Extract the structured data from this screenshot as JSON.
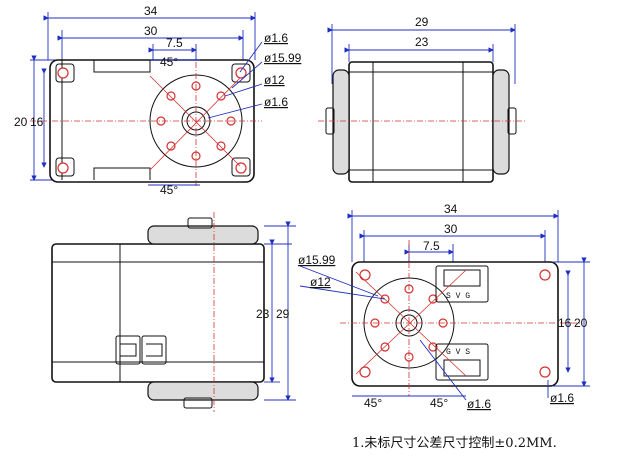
{
  "top_left_view": {
    "dims": {
      "overall_width": "34",
      "hole_spacing_width": "30",
      "offset": "7.5",
      "angle_top": "45°",
      "angle_bottom": "45°",
      "hole_dia_corner": "ø1.6",
      "outer_dia": "ø15.99",
      "pitch_dia": "ø12",
      "inner_hole_dia": "ø1.6",
      "overall_height": "20",
      "hole_spacing_height": "16"
    }
  },
  "top_right_view": {
    "dims": {
      "overall_width": "29",
      "body_width": "23"
    }
  },
  "bottom_left_view": {
    "dims": {
      "body_height": "23",
      "overall_height": "29"
    }
  },
  "bottom_right_view": {
    "dims": {
      "overall_width": "34",
      "hole_spacing_width": "30",
      "offset": "7.5",
      "outer_dia": "ø15.99",
      "pitch_dia": "ø12",
      "hole_dia_center": "ø1.6",
      "hole_dia_corner": "ø1.6",
      "angle_left": "45°",
      "angle_right": "45°",
      "hole_spacing_height": "16",
      "overall_height": "20"
    },
    "connector_top_label": "S V G",
    "connector_bottom_label": "G V S"
  },
  "note": "1.未标尺寸公差尺寸控制±0.2MM."
}
